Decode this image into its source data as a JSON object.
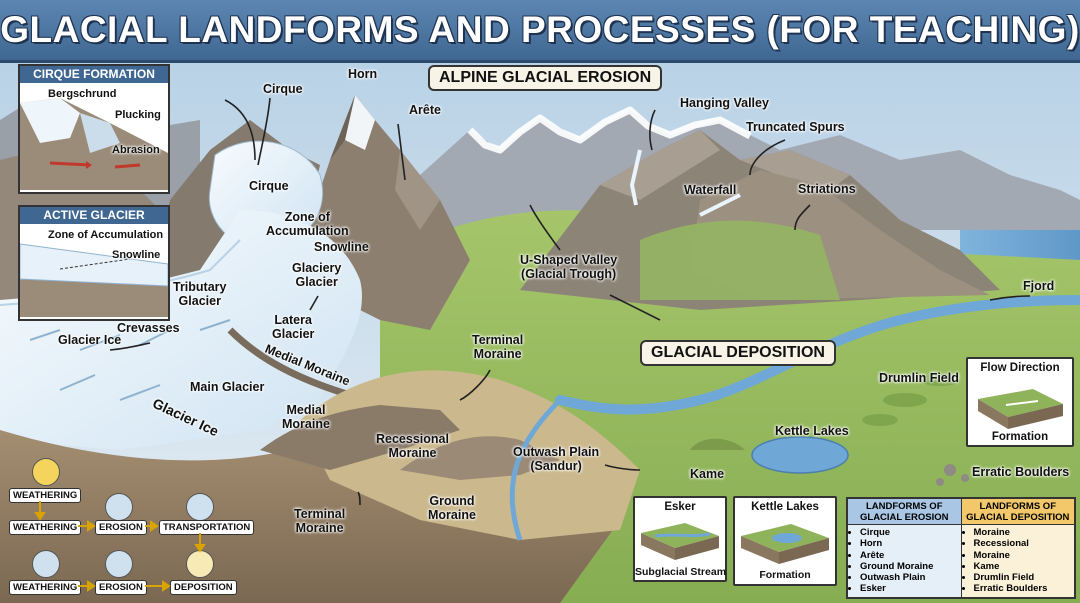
{
  "title": "GLACIAL LANDFORMS AND PROCESSES (FOR TEACHING)",
  "section_tags": {
    "erosion": "ALPINE GLACIAL EROSION",
    "deposition": "GLACIAL DEPOSITION"
  },
  "labels": {
    "horn": "Horn",
    "cirque_top": "Cirque",
    "arete": "Arête",
    "cirque": "Cirque",
    "zone_accumulation": "Zone of\nAccumulation",
    "snowline": "Snowline",
    "glaciery_glacier": "Glaciery\nGlacier",
    "latera_glacier": "Latera\nGlacier",
    "tributary_glacier": "Tributary\nGlacier",
    "crevasses": "Crevasses",
    "glacier_ice_left": "Glacier Ice",
    "main_glacier": "Main Glacier",
    "medial_moraine_band": "Medial Moraine",
    "glacier_ice": "Glacier Ice",
    "medial_moraine": "Medial\nMoraine",
    "terminal_moraine_top": "Terminal\nMoraine",
    "recessional_moraine": "Recessional\nMoraine",
    "ground_moraine": "Ground\nMoraine",
    "terminal_moraine_bottom": "Terminal\nMoraine",
    "outwash_plain": "Outwash Plain\n(Sandur)",
    "hanging_valley": "Hanging Valley",
    "truncated_spurs": "Truncated Spurs",
    "waterfall": "Waterfall",
    "striations": "Striations",
    "u_valley": "U-Shaped Valley\n(Glacial Trough)",
    "fjord": "Fjord",
    "drumlin_field": "Drumlin Field",
    "kettle_lakes": "Kettle Lakes",
    "kame": "Kame",
    "erratic_boulders": "Erratic Boulders"
  },
  "insets": {
    "cirque_formation": {
      "title": "CIRQUE FORMATION",
      "labels": [
        "Bergschrund",
        "Plucking",
        "Abrasion"
      ]
    },
    "active_glacier": {
      "title": "ACTIVE GLACIER",
      "labels": [
        "Zone of Accumulation",
        "Snowline"
      ]
    },
    "flow_direction": {
      "title": "Flow Direction",
      "caption": "Formation"
    },
    "esker": {
      "title": "Esker",
      "caption": "Subglacial Stream"
    },
    "kettle_lakes": {
      "title": "Kettle Lakes",
      "caption": "Formation"
    }
  },
  "process_flow": {
    "row1": [
      "WEATHERING"
    ],
    "row2": [
      "WEATHERING",
      "EROSION",
      "TRANSPORTATION"
    ],
    "row3": [
      "WEATHERING",
      "EROSION",
      "DEPOSITION"
    ]
  },
  "legend": {
    "erosion": {
      "title": "LANDFORMS OF\nGLACIAL EROSION",
      "items": [
        "Cirque",
        "Horn",
        "Arête",
        "Ground Moraine",
        "Outwash Plain",
        "Esker"
      ]
    },
    "deposition": {
      "title": "LANDFORMS OF\nGLACIAL DEPOSITION",
      "items": [
        "Moraine",
        "Recessional",
        "Moraine",
        "Kame",
        "Drumlin Field",
        "Erratic Boulders"
      ]
    }
  },
  "colors": {
    "banner": "#4a73a0",
    "ice": "#e8f3fb",
    "rock": "#8a7d70",
    "grass": "#9cbf63",
    "water": "#6fa8d6",
    "sediment": "#c8b387"
  }
}
